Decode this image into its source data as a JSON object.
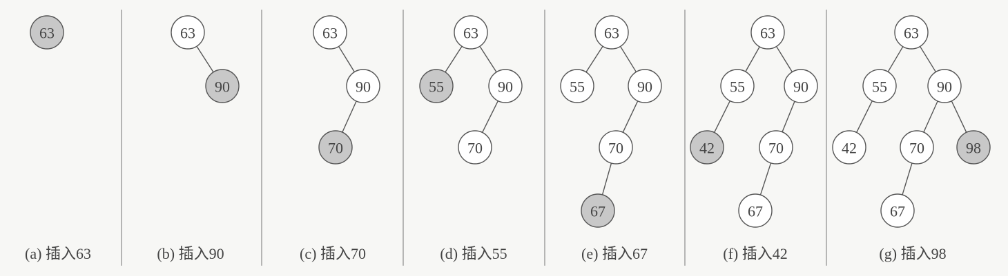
{
  "panels": [
    {
      "caption": "(a) 插入63",
      "nodes": [
        {
          "value": "63",
          "inserted": true
        }
      ]
    },
    {
      "caption": "(b) 插入90",
      "nodes": [
        {
          "value": "63",
          "inserted": false
        },
        {
          "value": "90",
          "inserted": true,
          "parent": 0
        }
      ]
    },
    {
      "caption": "(c) 插入70",
      "nodes": [
        {
          "value": "63",
          "inserted": false
        },
        {
          "value": "90",
          "inserted": false,
          "parent": 0
        },
        {
          "value": "70",
          "inserted": true,
          "parent": 1
        }
      ]
    },
    {
      "caption": "(d) 插入55",
      "nodes": [
        {
          "value": "63",
          "inserted": false
        },
        {
          "value": "55",
          "inserted": true,
          "parent": 0
        },
        {
          "value": "90",
          "inserted": false,
          "parent": 0
        },
        {
          "value": "70",
          "inserted": false,
          "parent": 2
        }
      ]
    },
    {
      "caption": "(e) 插入67",
      "nodes": [
        {
          "value": "63",
          "inserted": false
        },
        {
          "value": "55",
          "inserted": false,
          "parent": 0
        },
        {
          "value": "90",
          "inserted": false,
          "parent": 0
        },
        {
          "value": "70",
          "inserted": false,
          "parent": 2
        },
        {
          "value": "67",
          "inserted": true,
          "parent": 3
        }
      ]
    },
    {
      "caption": "(f) 插入42",
      "nodes": [
        {
          "value": "63",
          "inserted": false
        },
        {
          "value": "55",
          "inserted": false,
          "parent": 0
        },
        {
          "value": "90",
          "inserted": false,
          "parent": 0
        },
        {
          "value": "42",
          "inserted": true,
          "parent": 1
        },
        {
          "value": "70",
          "inserted": false,
          "parent": 2
        },
        {
          "value": "67",
          "inserted": false,
          "parent": 4
        }
      ]
    },
    {
      "caption": "(g) 插入98",
      "nodes": [
        {
          "value": "63",
          "inserted": false
        },
        {
          "value": "55",
          "inserted": false,
          "parent": 0
        },
        {
          "value": "90",
          "inserted": false,
          "parent": 0
        },
        {
          "value": "42",
          "inserted": false,
          "parent": 1
        },
        {
          "value": "70",
          "inserted": false,
          "parent": 2
        },
        {
          "value": "98",
          "inserted": true,
          "parent": 2
        },
        {
          "value": "67",
          "inserted": false,
          "parent": 4
        }
      ]
    }
  ]
}
